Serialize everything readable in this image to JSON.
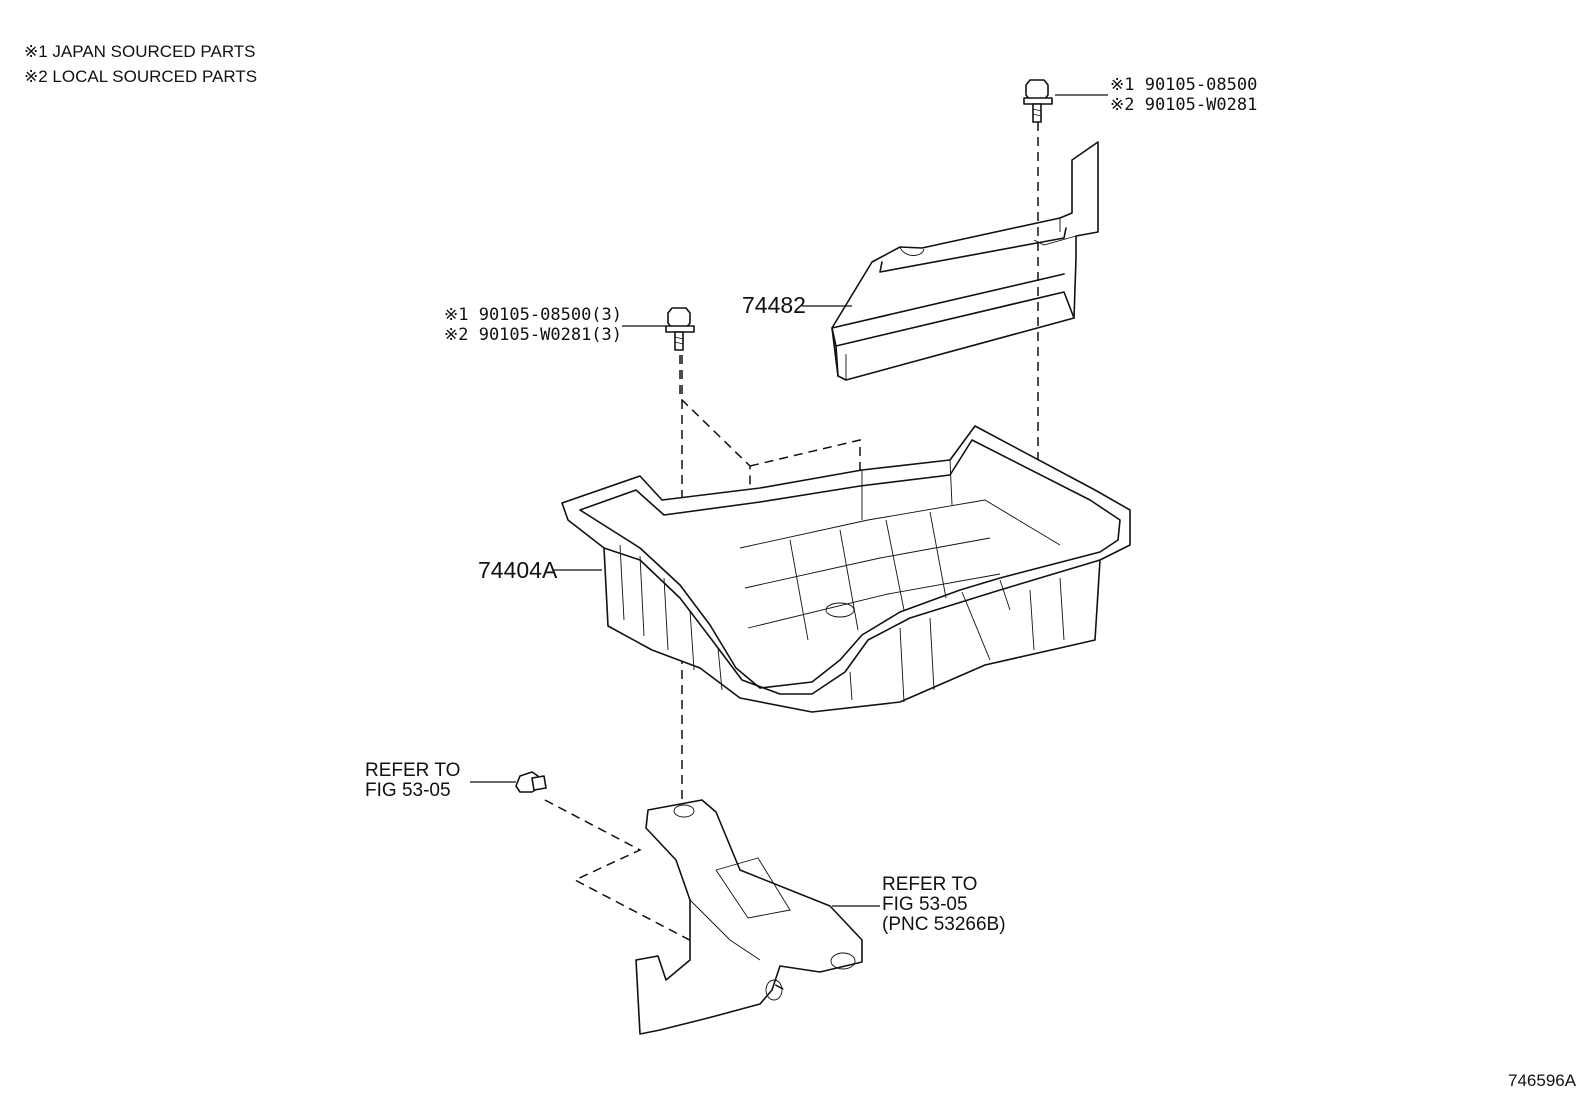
{
  "legend": {
    "line1": "※1 JAPAN SOURCED PARTS",
    "line2": "※2 LOCAL SOURCED PARTS"
  },
  "callouts": {
    "bolt_top_1": "※1 90105-08500",
    "bolt_top_2": "※2 90105-W0281",
    "bolt_left_1": "※1 90105-08500(3)",
    "bolt_left_2": "※2 90105-W0281(3)",
    "cover_part": "74482",
    "tray_part": "74404A",
    "ref_left_1": "REFER TO",
    "ref_left_2": "FIG 53-05",
    "ref_right_1": "REFER TO",
    "ref_right_2": "FIG 53-05",
    "ref_right_3": "(PNC 53266B)"
  },
  "figure_id": "746596A"
}
